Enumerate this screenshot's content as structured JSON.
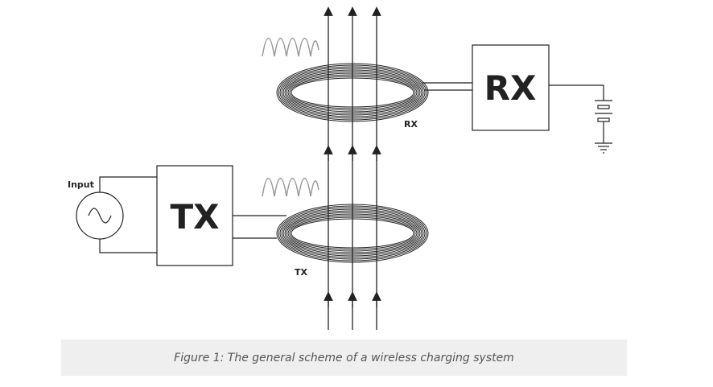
{
  "diagram": {
    "rx_box_label": "RX",
    "tx_box_label": "TX",
    "rx_coil_label": "RX",
    "tx_coil_label": "TX",
    "input_label": "Input"
  },
  "caption": "Figure 1: The general scheme of a wireless charging system"
}
